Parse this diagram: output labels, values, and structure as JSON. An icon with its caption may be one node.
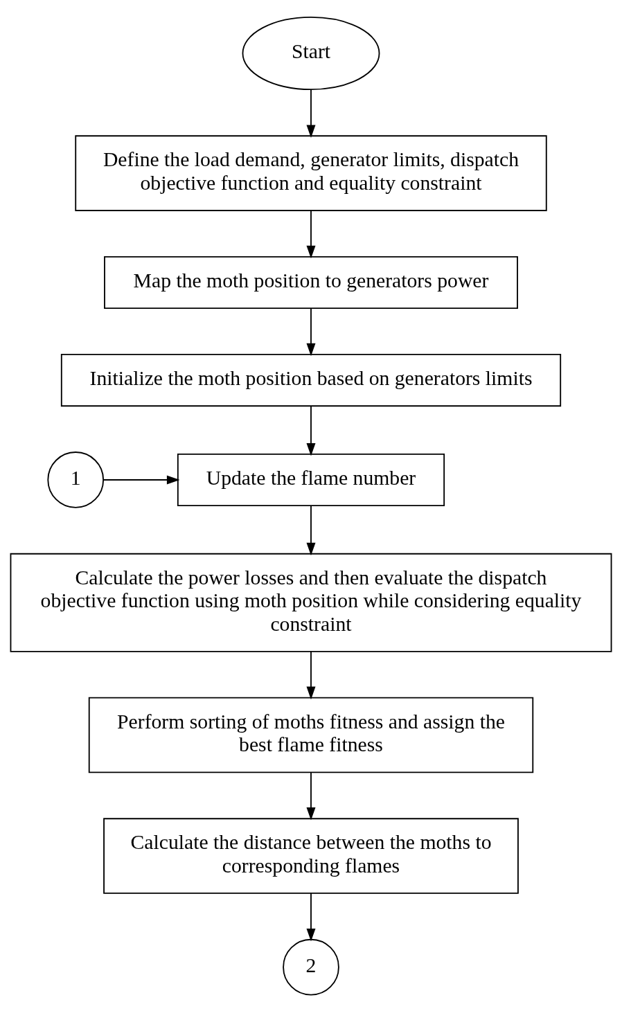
{
  "diagram": {
    "nodes": [
      {
        "text": [
          "Start"
        ]
      },
      {
        "text": [
          "Define the load demand, generator limits, dispatch objective function and equality constraint"
        ]
      },
      {
        "text": [
          "Map the moth position to generators power"
        ]
      },
      {
        "text": [
          "Initialize the moth position based on generators limits"
        ]
      },
      {
        "text": [
          "1"
        ]
      },
      {
        "text": [
          "Update the flame number"
        ]
      },
      {
        "text": [
          "Calculate the power losses and then evaluate the dispatch objective function using moth position while considering equality constraint"
        ]
      },
      {
        "text": [
          "Perform sorting of moths fitness and assign the best flame fitness"
        ]
      },
      {
        "text": [
          "Calculate the distance between the moths to corresponding flames"
        ]
      },
      {
        "text": [
          "2"
        ]
      }
    ],
    "edges": [
      {
        "from": 0,
        "to": 1,
        "arrow": "to"
      },
      {
        "from": 1,
        "to": 2,
        "arrow": "to"
      },
      {
        "from": 2,
        "to": 3,
        "arrow": "to"
      },
      {
        "from": 3,
        "to": 5,
        "arrow": "to"
      },
      {
        "from": 4,
        "to": 5,
        "arrow": "to"
      },
      {
        "from": 5,
        "to": 6,
        "arrow": "to"
      },
      {
        "from": 6,
        "to": 7,
        "arrow": "to"
      },
      {
        "from": 7,
        "to": 8,
        "arrow": "to"
      },
      {
        "from": 8,
        "to": 9,
        "arrow": "to"
      }
    ]
  }
}
